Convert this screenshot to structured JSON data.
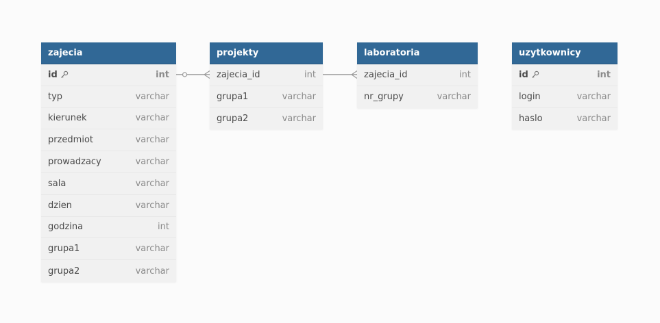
{
  "tables": [
    {
      "name": "zajecia",
      "fields": [
        {
          "name": "id",
          "type": "int",
          "pk": true
        },
        {
          "name": "typ",
          "type": "varchar",
          "pk": false
        },
        {
          "name": "kierunek",
          "type": "varchar",
          "pk": false
        },
        {
          "name": "przedmiot",
          "type": "varchar",
          "pk": false
        },
        {
          "name": "prowadzacy",
          "type": "varchar",
          "pk": false
        },
        {
          "name": "sala",
          "type": "varchar",
          "pk": false
        },
        {
          "name": "dzien",
          "type": "varchar",
          "pk": false
        },
        {
          "name": "godzina",
          "type": "int",
          "pk": false
        },
        {
          "name": "grupa1",
          "type": "varchar",
          "pk": false
        },
        {
          "name": "grupa2",
          "type": "varchar",
          "pk": false
        }
      ]
    },
    {
      "name": "projekty",
      "fields": [
        {
          "name": "zajecia_id",
          "type": "int",
          "pk": false
        },
        {
          "name": "grupa1",
          "type": "varchar",
          "pk": false
        },
        {
          "name": "grupa2",
          "type": "varchar",
          "pk": false
        }
      ]
    },
    {
      "name": "laboratoria",
      "fields": [
        {
          "name": "zajecia_id",
          "type": "int",
          "pk": false
        },
        {
          "name": "nr_grupy",
          "type": "varchar",
          "pk": false
        }
      ]
    },
    {
      "name": "uzytkownicy",
      "fields": [
        {
          "name": "id",
          "type": "int",
          "pk": true
        },
        {
          "name": "login",
          "type": "varchar",
          "pk": false
        },
        {
          "name": "haslo",
          "type": "varchar",
          "pk": false
        }
      ]
    }
  ],
  "relations": [
    {
      "from": "zajecia.id",
      "to": "projekty.zajecia_id",
      "from_end": "one",
      "to_end": "many"
    },
    {
      "from": "projekty.zajecia_id",
      "to": "laboratoria.zajecia_id",
      "from_end": "one",
      "to_end": "many"
    }
  ],
  "colors": {
    "header": "#316896",
    "body": "#f1f1f1",
    "connector": "#9a9a9a",
    "background": "#fbfbfb"
  }
}
